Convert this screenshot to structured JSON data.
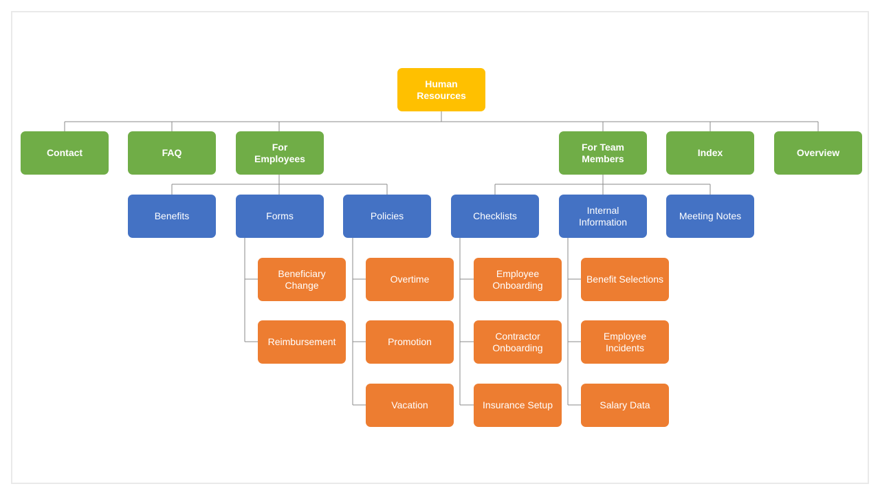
{
  "diagram": {
    "root": "Human\nResources",
    "level1": [
      "Contact",
      "FAQ",
      "For\nEmployees",
      "For Team\nMembers",
      "Index",
      "Overview"
    ],
    "level2": [
      "Benefits",
      "Forms",
      "Policies",
      "Checklists",
      "Internal\nInformation",
      "Meeting Notes"
    ],
    "forms": [
      "Beneficiary\nChange",
      "Reimbursement"
    ],
    "policies": [
      "Overtime",
      "Promotion",
      "Vacation"
    ],
    "checklists": [
      "Employee\nOnboarding",
      "Contractor\nOnboarding",
      "Insurance Setup"
    ],
    "internal": [
      "Benefit Selections",
      "Employee\nIncidents",
      "Salary Data"
    ],
    "colors": {
      "root": "#ffc000",
      "level1": "#70ad47",
      "level2": "#4472c4",
      "level3": "#ed7d31"
    }
  }
}
